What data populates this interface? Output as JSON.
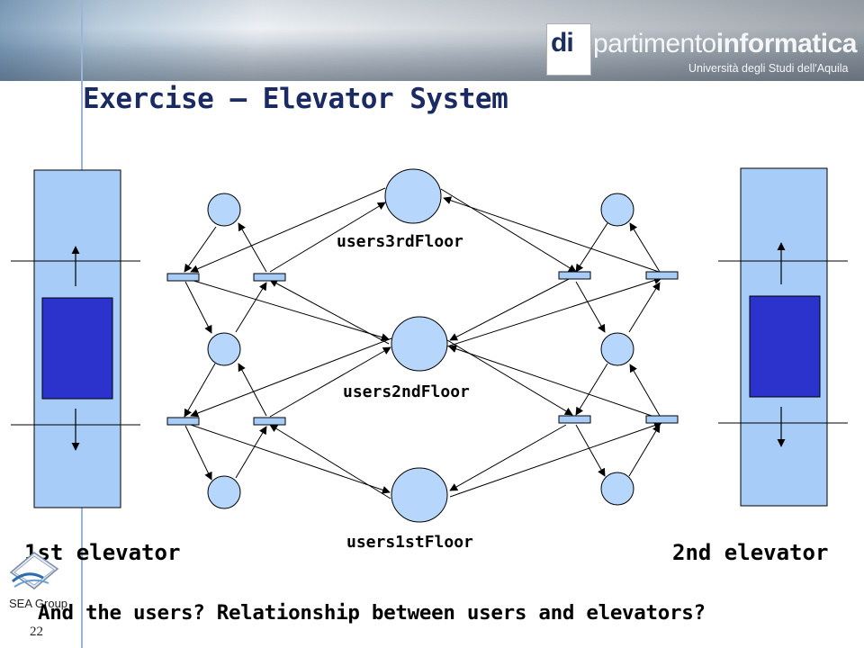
{
  "header": {
    "logo_mark": "di",
    "logo_word_a": "partimento",
    "logo_word_b": "informatica",
    "logo_subtitle": "Università degli Studi dell'Aquila"
  },
  "slide": {
    "title": "Exercise – Elevator System",
    "question": "And the users? Relationship between users and elevators?"
  },
  "diagram": {
    "places": {
      "third": "users3rdFloor",
      "second": "users2ndFloor",
      "first": "users1stFloor"
    },
    "elevators": [
      "1st elevator",
      "2nd elevator"
    ]
  },
  "footer": {
    "group": "SEA Group",
    "page": "22"
  },
  "colors": {
    "title": "#1a2a63",
    "shaft": "#a6ccf7",
    "car": "#2b33cc",
    "place_fill": "#b7d6fb",
    "transition_fill": "#a6ccf7"
  }
}
